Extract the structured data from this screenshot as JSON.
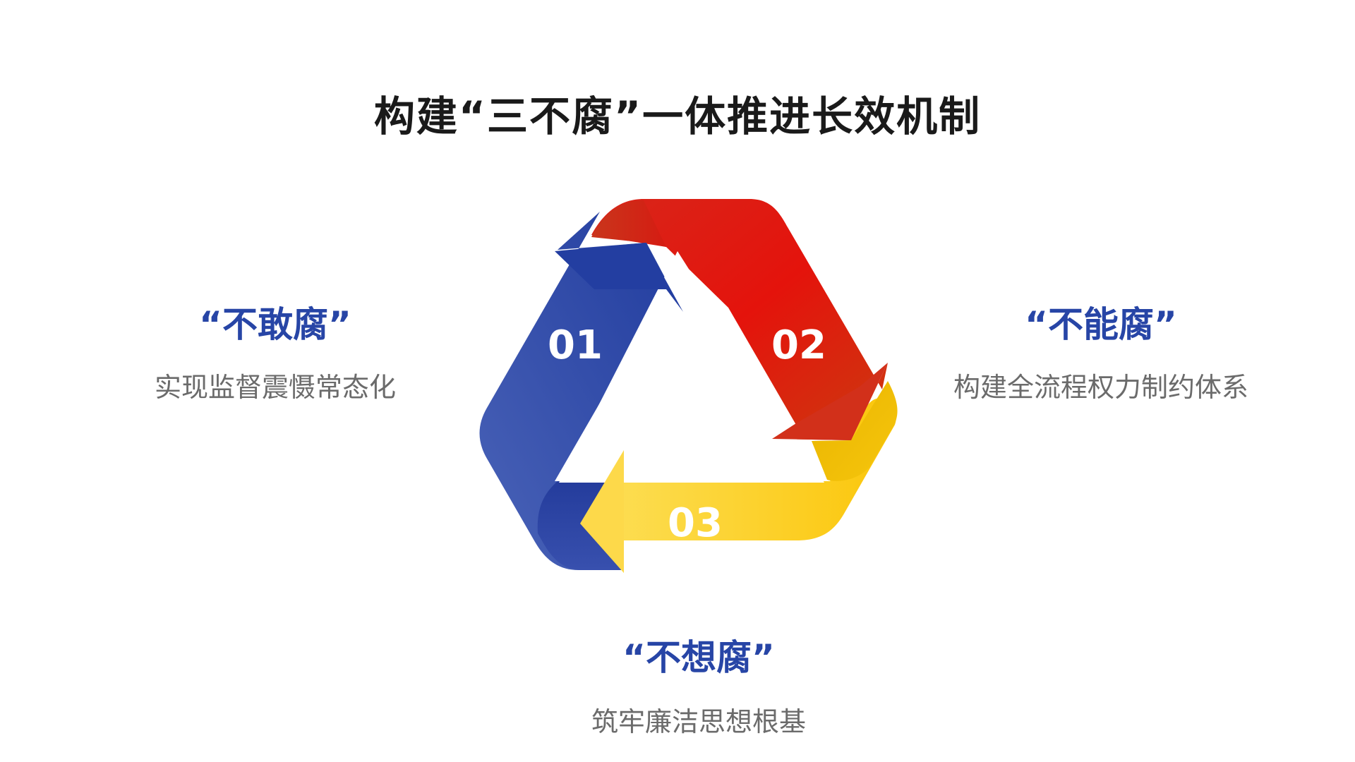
{
  "title": "构建“三不腐”一体推进长效机制",
  "steps": [
    {
      "number": "01",
      "heading": "“不敢腐”",
      "description": "实现监督震慑常态化",
      "color": "#2a45a6"
    },
    {
      "number": "02",
      "heading": "“不能腐”",
      "description": "构建全流程权力制约体系",
      "color": "#e0160f"
    },
    {
      "number": "03",
      "heading": "“不想腐”",
      "description": "筑牢廉洁思想根基",
      "color": "#fcc50f"
    }
  ],
  "colors": {
    "heading": "#2745a6",
    "description": "#6b6b6b",
    "title": "#1a1a1a"
  }
}
